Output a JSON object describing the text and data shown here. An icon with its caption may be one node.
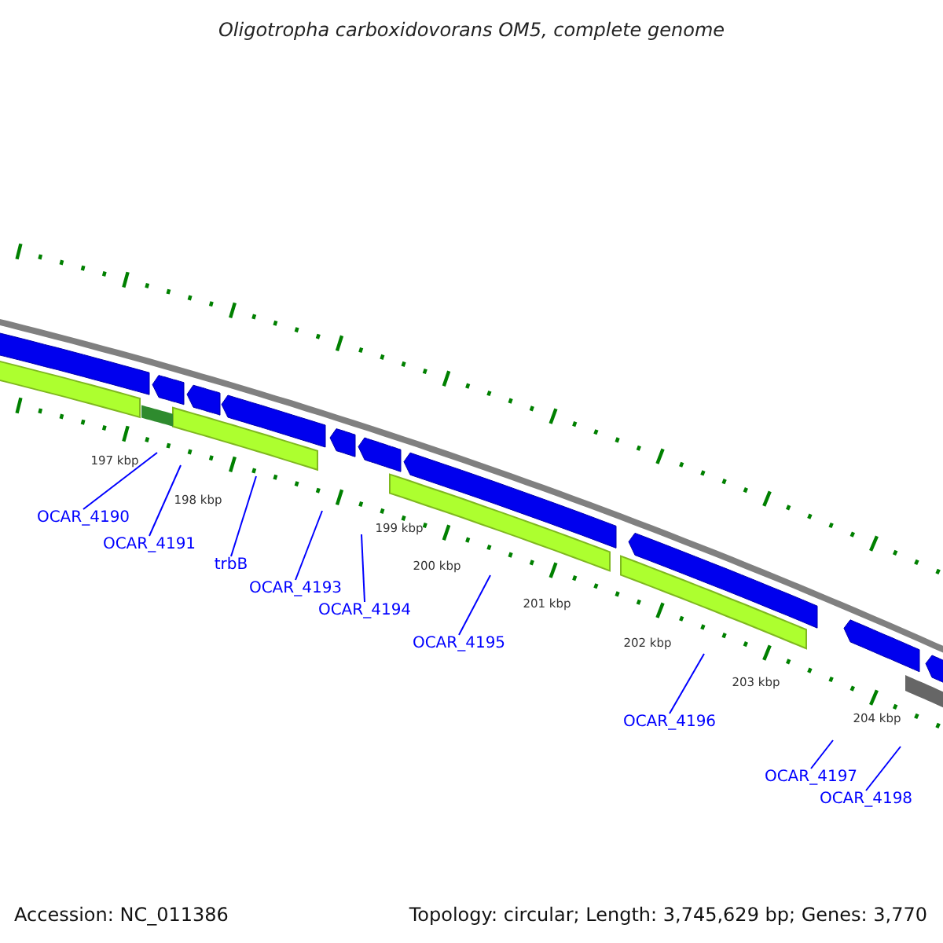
{
  "diagram": {
    "title": "Oligotropha carboxidovorans OM5, complete genome",
    "nodes": [
      {
        "text": [
          "OCAR_4190"
        ]
      },
      {
        "text": [
          "OCAR_4191"
        ]
      },
      {
        "text": [
          "trbB"
        ]
      },
      {
        "text": [
          "OCAR_4193"
        ]
      },
      {
        "text": [
          "OCAR_4194"
        ]
      },
      {
        "text": [
          "OCAR_4195"
        ]
      },
      {
        "text": [
          "OCAR_4196"
        ]
      },
      {
        "text": [
          "OCAR_4197"
        ]
      },
      {
        "text": [
          "OCAR_4198"
        ]
      }
    ],
    "edges": [
      {
        "from": 0,
        "to": null,
        "arrow": "none"
      },
      {
        "from": 1,
        "to": null,
        "arrow": "none"
      },
      {
        "from": 2,
        "to": null,
        "arrow": "none"
      },
      {
        "from": 3,
        "to": null,
        "arrow": "none"
      },
      {
        "from": 4,
        "to": null,
        "arrow": "none"
      },
      {
        "from": 5,
        "to": null,
        "arrow": "none"
      },
      {
        "from": 6,
        "to": null,
        "arrow": "none"
      },
      {
        "from": 7,
        "to": null,
        "arrow": "none"
      },
      {
        "from": 8,
        "to": null,
        "arrow": "none"
      }
    ],
    "labels": [
      "197 kbp",
      "198 kbp",
      "199 kbp",
      "200 kbp",
      "201 kbp",
      "202 kbp",
      "203 kbp",
      "204 kbp",
      "Accession: NC_011386",
      "Topology: circular; Length: 3,745,629 bp; Genes: 3,770"
    ]
  }
}
